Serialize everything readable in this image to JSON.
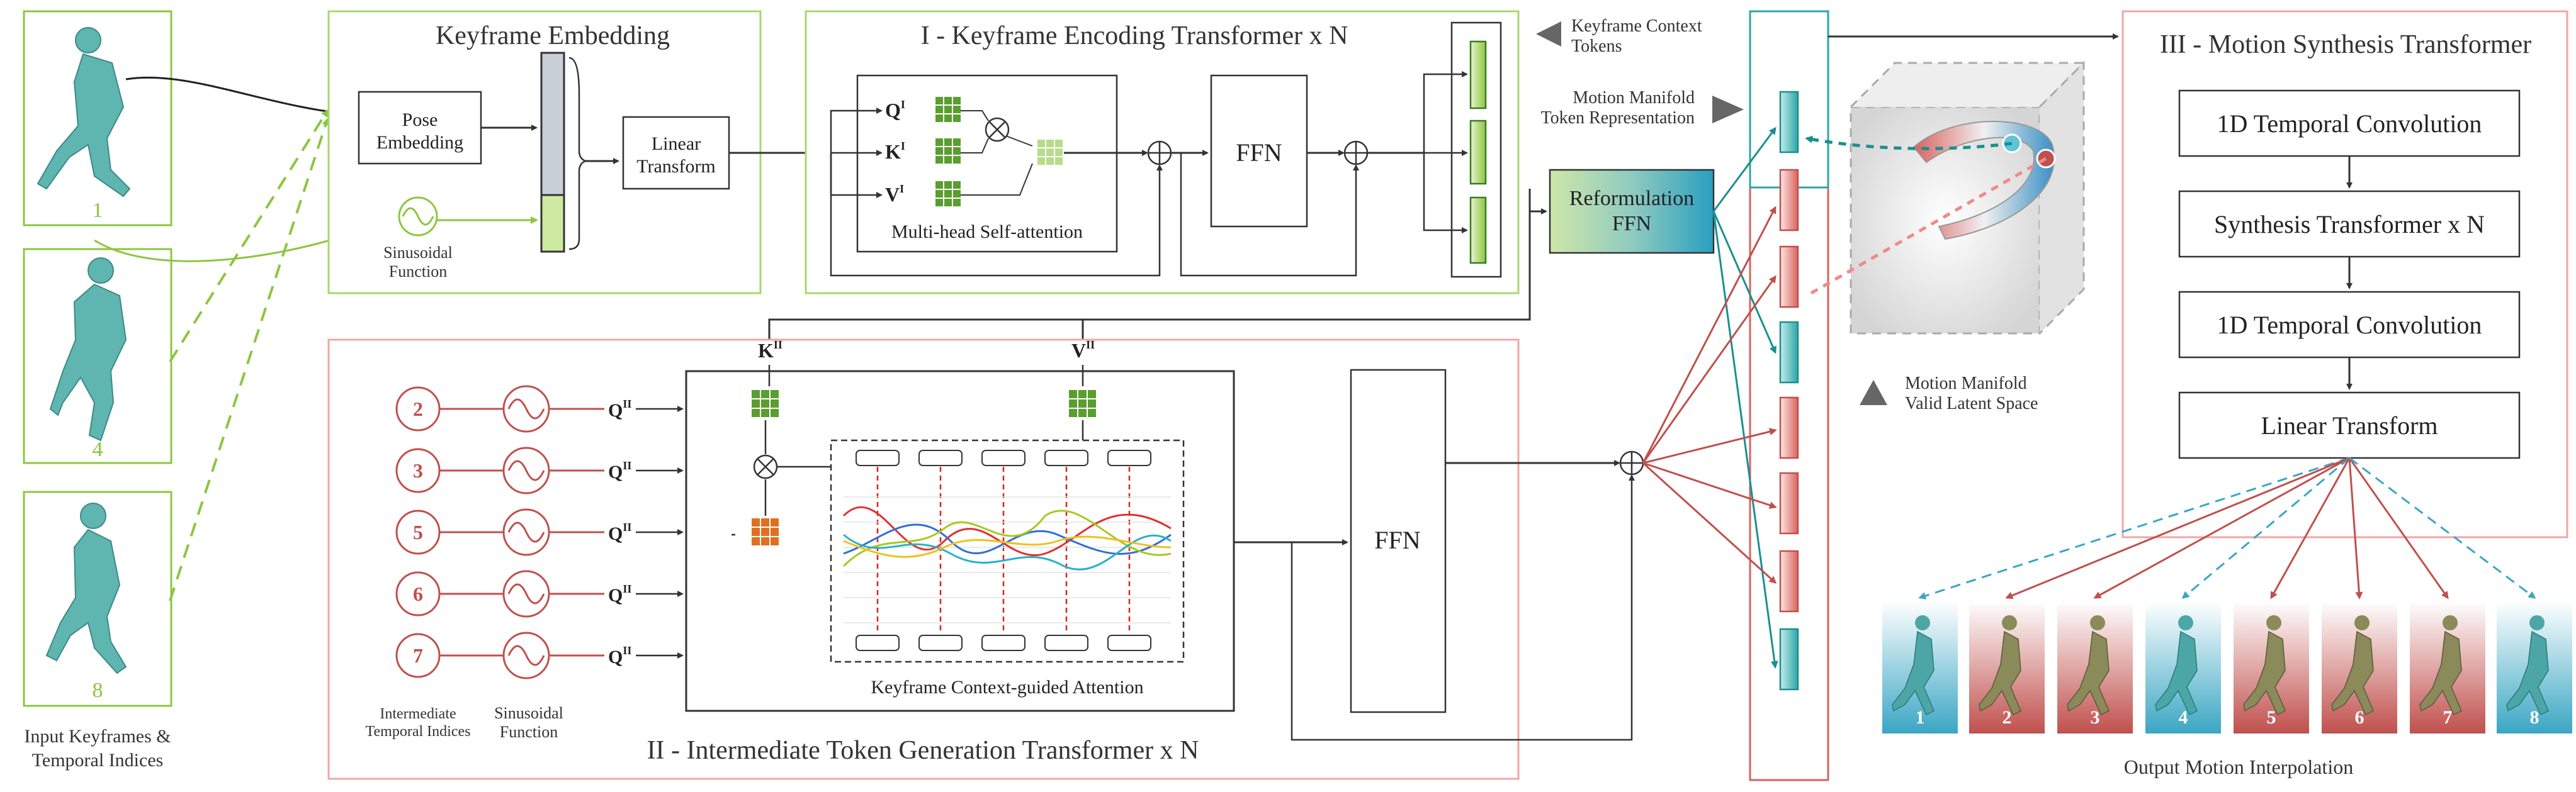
{
  "keyframe_embedding": {
    "title": "Keyframe Embedding",
    "pose_embedding": "Pose Embedding",
    "linear_transform": "Linear Transform",
    "sinusoidal": "Sinusoidal Function"
  },
  "encoder": {
    "title": "I - Keyframe Encoding Transformer x N",
    "q": "Q",
    "k": "K",
    "v": "V",
    "sup": "I",
    "mhsa": "Multi-head Self-attention",
    "ffn": "FFN"
  },
  "reformulation": "Reformulation FFN",
  "legend": {
    "context_tokens": "Keyframe Context Tokens",
    "manifold_tokens": "Motion Manifold Token Representation",
    "latent_space": "Motion Manifold Valid Latent Space"
  },
  "generator": {
    "title": "II - Intermediate Token Generation Transformer x N",
    "q": "Q",
    "k": "K",
    "v": "V",
    "sup": "II",
    "indices": [
      "2",
      "3",
      "5",
      "6",
      "7"
    ],
    "indices_label": "Intermediate Temporal Indices",
    "sinusoidal_label": "Sinusoidal Function",
    "attention": "Keyframe Context-guided Attention",
    "ffn": "FFN"
  },
  "synthesis": {
    "title": "III - Motion Synthesis Transformer",
    "steps": [
      "1D Temporal Convolution",
      "Synthesis Transformer x N",
      "1D Temporal Convolution",
      "Linear Transform"
    ]
  },
  "keyframes": {
    "labels": [
      "1",
      "4",
      "8"
    ],
    "caption": "Input Keyframes & Temporal Indices"
  },
  "output": {
    "frames": [
      "1",
      "2",
      "3",
      "4",
      "5",
      "6",
      "7",
      "8"
    ],
    "types": [
      "key",
      "gen",
      "gen",
      "key",
      "gen",
      "gen",
      "gen",
      "key"
    ],
    "caption": "Output Motion Interpolation"
  },
  "colors": {
    "green": "#8cc63f",
    "red": "#c0504d",
    "teal": "#2a9d9d",
    "dark": "#333333"
  }
}
